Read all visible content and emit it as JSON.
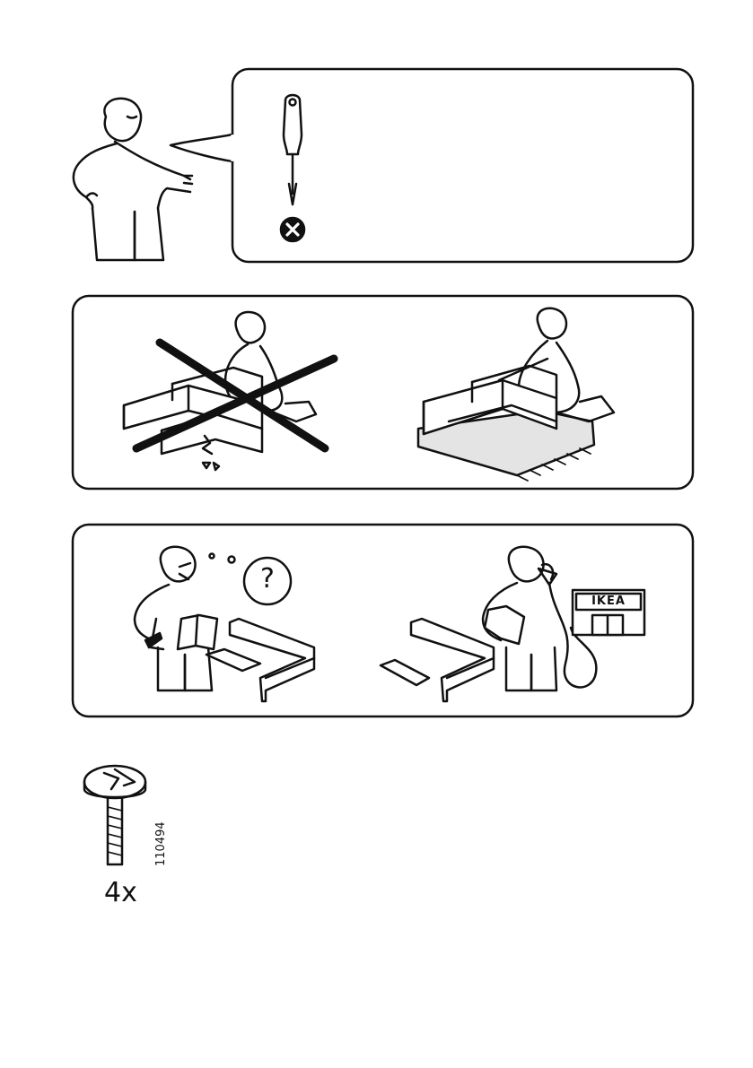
{
  "tools_panel": {
    "tool_icon": "screwdriver-icon",
    "status_icon": "x-circle-icon"
  },
  "handling_panel": {
    "wrong_icon": "cross-out-icon",
    "right_icon": "rug-icon"
  },
  "help_panel": {
    "question_mark": "?",
    "store_sign": "IKEA",
    "phone_icon": "phone-icon"
  },
  "parts": {
    "part_number": "110494",
    "quantity": "4x",
    "part_icon": "screw-icon"
  }
}
